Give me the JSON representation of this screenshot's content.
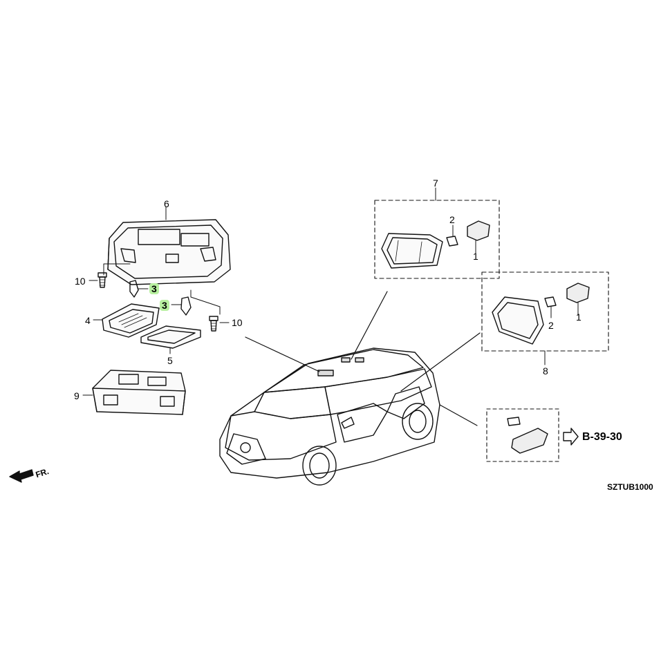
{
  "diagram": {
    "code": "SZTUB1000",
    "reference": "B-39-30",
    "front_marker": "FR.",
    "callouts": {
      "p1a": "1",
      "p1b": "1",
      "p2a": "2",
      "p2b": "2",
      "p3a": "3",
      "p3b": "3",
      "p4": "4",
      "p5": "5",
      "p6": "6",
      "p7": "7",
      "p8": "8",
      "p9": "9",
      "p10a": "10",
      "p10b": "10"
    },
    "highlight_color": "#b8f0a0"
  }
}
